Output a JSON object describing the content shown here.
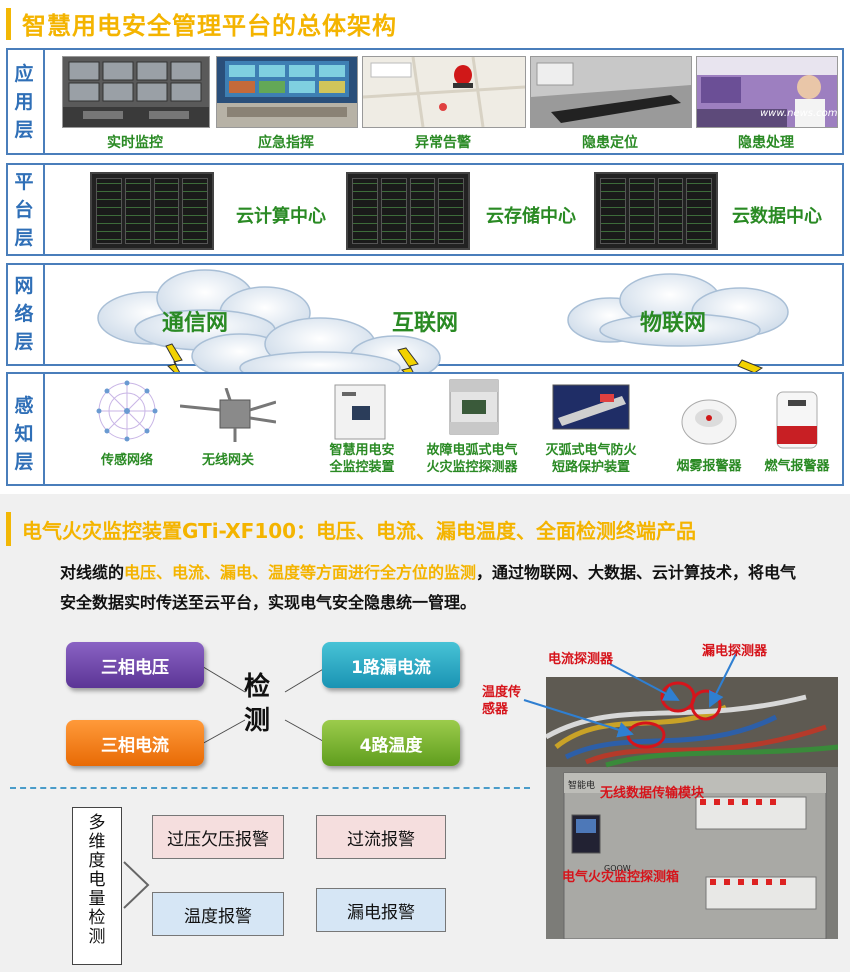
{
  "architecture": {
    "title": "智慧用电安全管理平台的总体架构",
    "layers": {
      "application": {
        "label": [
          "应",
          "用",
          "层"
        ],
        "items": [
          "实时监控",
          "应急指挥",
          "异常告警",
          "隐患定位",
          "隐患处理"
        ]
      },
      "platform": {
        "label": [
          "平",
          "台",
          "层"
        ],
        "items": [
          "云计算中心",
          "云存储中心",
          "云数据中心"
        ]
      },
      "network": {
        "label": [
          "网",
          "络",
          "层"
        ],
        "items": [
          "通信网",
          "互联网",
          "物联网"
        ]
      },
      "perception": {
        "label": [
          "感",
          "知",
          "层"
        ],
        "items": [
          {
            "line1": "传感网络",
            "line2": ""
          },
          {
            "line1": "无线网关",
            "line2": ""
          },
          {
            "line1": "智慧用电安",
            "line2": "全监控装置"
          },
          {
            "line1": "故障电弧式电气",
            "line2": "火灾监控探测器"
          },
          {
            "line1": "灭弧式电气防火",
            "line2": "短路保护装置"
          },
          {
            "line1": "烟雾报警器",
            "line2": ""
          },
          {
            "line1": "燃气报警器",
            "line2": ""
          }
        ]
      }
    },
    "thumb_watermark": "www.news.com"
  },
  "product": {
    "title": "电气火灾监控装置GTi-XF100：电压、电流、漏电温度、全面检测终端产品",
    "description": {
      "part1": "对线缆的",
      "highlight": "电压、电流、漏电、温度等方面进行全方位的监测",
      "part2": "，通过物联网、大数据、云计算技术，将电气安全数据实时传送至云平台，实现电气安全隐患统一管理。"
    },
    "detection": {
      "center": [
        "检",
        "测"
      ],
      "items": [
        "三相电压",
        "三相电流",
        "1路漏电流",
        "4路温度"
      ]
    },
    "multi_dim": {
      "label": [
        "多",
        "维",
        "度",
        "电",
        "量",
        "检",
        "测"
      ],
      "alarms": [
        "过压欠压报警",
        "过流报警",
        "温度报警",
        "漏电报警"
      ]
    },
    "photo_labels": {
      "current_probe": "电流探测器",
      "leak_probe": "漏电探测器",
      "temp_sensor": [
        "温度传",
        "感器"
      ],
      "wireless_module": "无线数据传输模块",
      "fire_box": "电气火灾监控探测箱",
      "brand": "智能电",
      "brand2": "GOOW"
    }
  },
  "colors": {
    "title_yellow": "#f4b400",
    "layer_blue": "#2f6fb7",
    "caption_green": "#2a8a24",
    "label_red": "#d6141b"
  }
}
